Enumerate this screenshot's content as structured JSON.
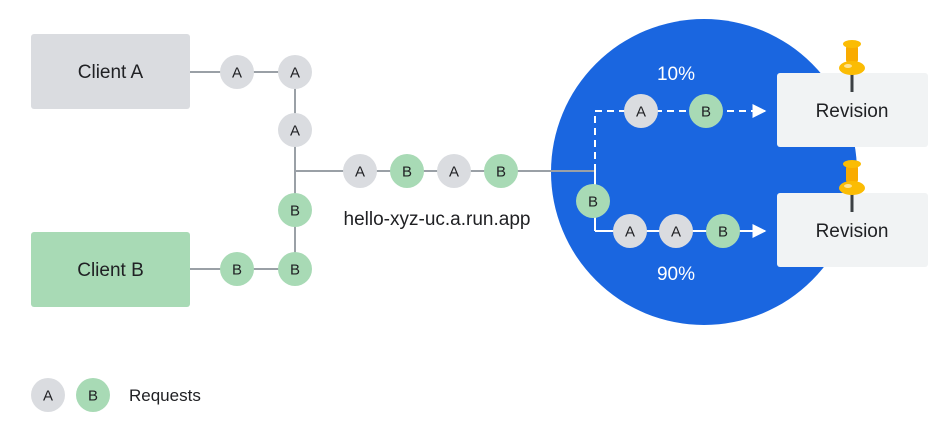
{
  "clients": [
    {
      "label": "Client A",
      "fill": "#dadce0"
    },
    {
      "label": "Client B",
      "fill": "#a8dab5"
    }
  ],
  "revisions": [
    {
      "label": "Revision"
    },
    {
      "label": "Revision"
    }
  ],
  "url": "hello-xyz-uc.a.run.app",
  "split": {
    "top_percent": "10%",
    "bottom_percent": "90%"
  },
  "tokens": {
    "a": "A",
    "b": "B"
  },
  "legend": {
    "label": "Requests"
  },
  "colors": {
    "service_circle": "#1a66e0",
    "token_a": "#dadce0",
    "token_b": "#a8dab5",
    "line": "#9aa0a6",
    "revision_box": "#f1f3f4",
    "pin": "#fbbc04"
  }
}
